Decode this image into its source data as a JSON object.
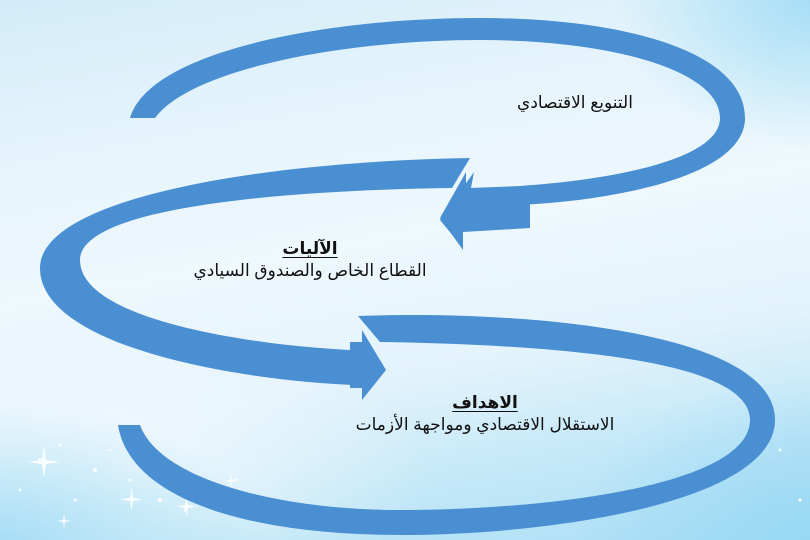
{
  "diagram": {
    "type": "s-shaped-cycle-flow",
    "colors": {
      "arrow": "#4a8fd2",
      "background_light": "#eef8fd",
      "background_accent": "#a9def5",
      "text": "#111111"
    },
    "stages": [
      {
        "id": "diversification",
        "title": "",
        "text": "التنويع الاقتصادي"
      },
      {
        "id": "mechanisms",
        "title": "الآليات",
        "text": "القطاع الخاص والصندوق السيادي"
      },
      {
        "id": "goals",
        "title": "الاهداف",
        "text": "الاستقلال الاقتصادي ومواجهة الأزمات"
      }
    ],
    "connections": [
      {
        "from": "diversification",
        "to": "mechanisms",
        "direction": "leftward-arrow"
      },
      {
        "from": "mechanisms",
        "to": "goals",
        "direction": "rightward-arrow"
      }
    ]
  }
}
